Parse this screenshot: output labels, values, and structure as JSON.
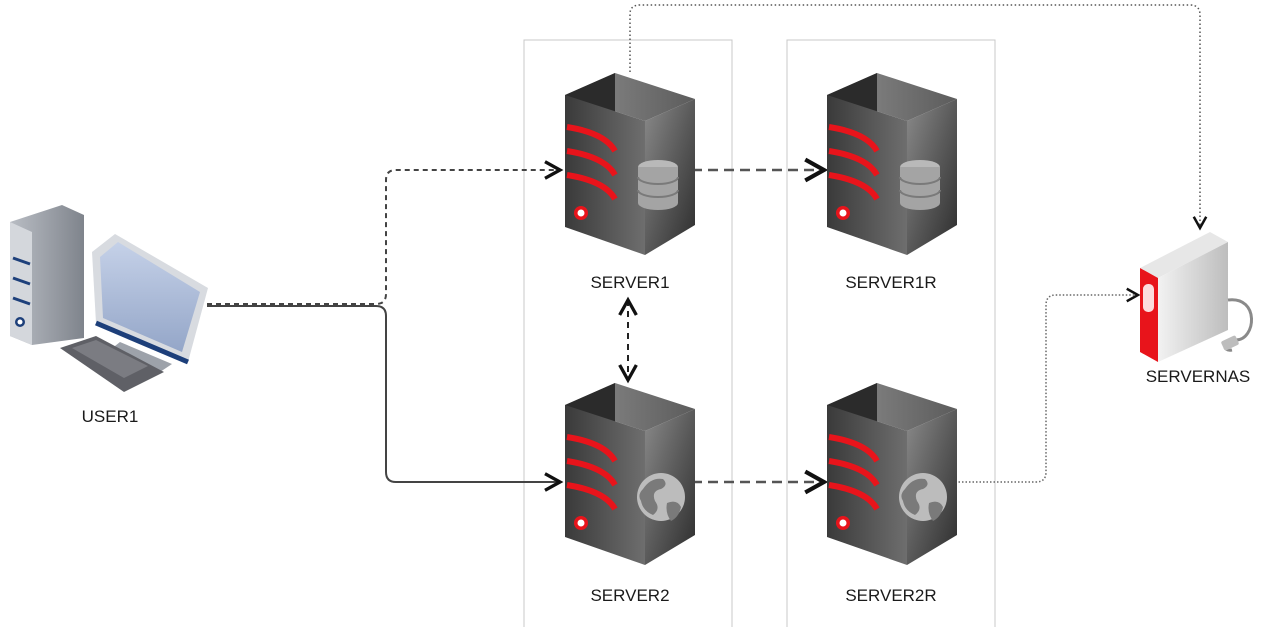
{
  "diagram": {
    "nodes": {
      "user1": {
        "label": "USER1",
        "icon": "workstation-icon"
      },
      "server1": {
        "label": "SERVER1",
        "icon": "database-server-icon"
      },
      "server1r": {
        "label": "SERVER1R",
        "icon": "database-server-icon"
      },
      "server2": {
        "label": "SERVER2",
        "icon": "web-server-icon"
      },
      "server2r": {
        "label": "SERVER2R",
        "icon": "web-server-icon"
      },
      "servernas": {
        "label": "SERVERNAS",
        "icon": "external-storage-icon"
      }
    },
    "edges": [
      {
        "from": "user1",
        "to": "server1",
        "style": "dashed"
      },
      {
        "from": "user1",
        "to": "server2",
        "style": "solid"
      },
      {
        "from": "server1",
        "to": "server1r",
        "style": "dashed"
      },
      {
        "from": "server2",
        "to": "server2r",
        "style": "dashed"
      },
      {
        "from": "server1",
        "to": "server2",
        "style": "dashed",
        "bidirectional": true
      },
      {
        "from": "server1",
        "to": "servernas",
        "style": "dotted"
      },
      {
        "from": "server2r",
        "to": "servernas",
        "style": "dotted"
      }
    ],
    "groups": [
      "primary-servers-group",
      "replica-servers-group"
    ],
    "colors": {
      "server_accent": "#e8141b",
      "server_body": "#4a4a4a",
      "monitor_screen": "#a9b7d3",
      "monitor_frame": "#1d3f7a",
      "group_border": "#c8c8c8",
      "connector": "#444444"
    }
  }
}
